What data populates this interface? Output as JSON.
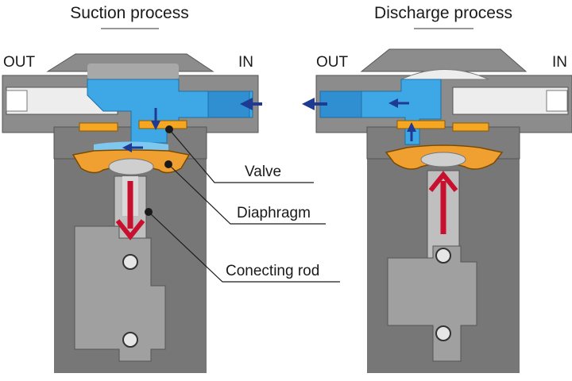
{
  "panels": {
    "suction": {
      "title": "Suction process",
      "out_label": "OUT",
      "in_label": "IN"
    },
    "discharge": {
      "title": "Discharge process",
      "out_label": "OUT",
      "in_label": "IN"
    }
  },
  "callouts": {
    "valve": "Valve",
    "diaphragm": "Diaphragm",
    "connecting_rod": "Conecting rod"
  },
  "colors": {
    "background": "#ffffff",
    "housing": "#8c8c8c",
    "housing_dark": "#6f6f6f",
    "backdrop": "#777777",
    "fluid": "#3ea8e6",
    "valve": "#f5a623",
    "diaphragm": "#f0a030",
    "rod": "#bfbfbf",
    "arrow_motion": "#c8102e",
    "arrow_flow": "#1f3a93"
  },
  "icons": {
    "motion_arrow": "red-arrow-icon",
    "flow_arrow": "blue-arrow-icon"
  }
}
